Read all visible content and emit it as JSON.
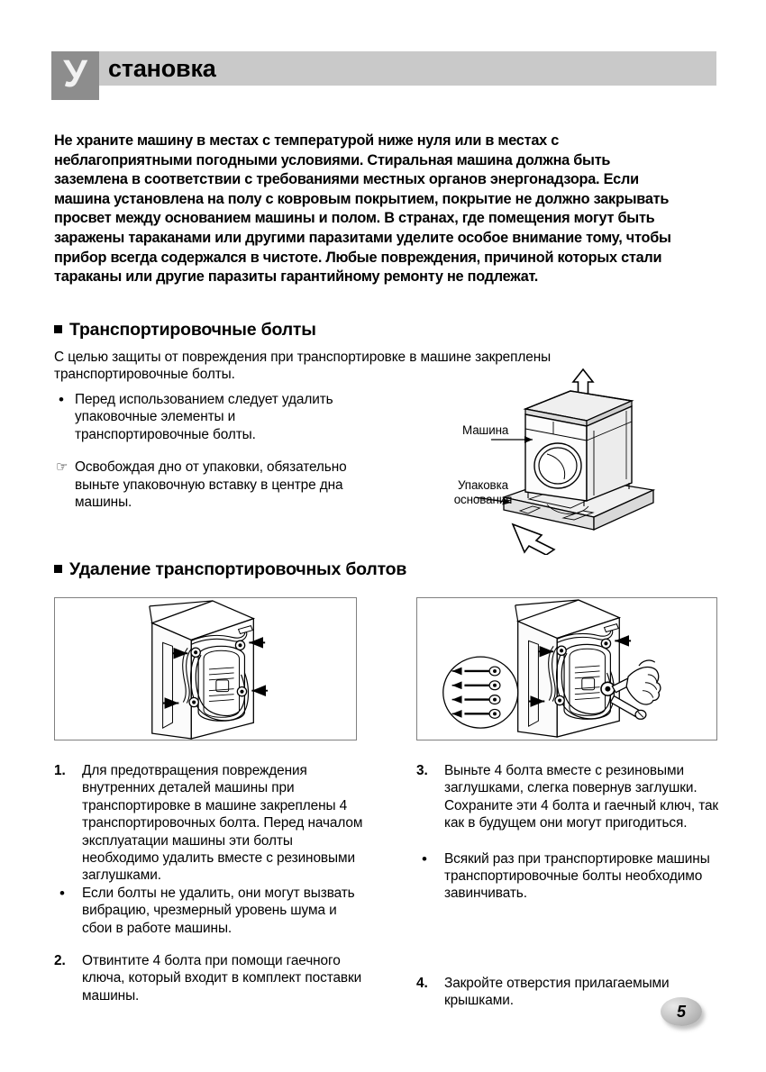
{
  "header": {
    "badge_letter": "У",
    "title": "становка"
  },
  "intro": {
    "text": "Не храните машину в местах с температурой ниже нуля или в местах с неблагоприятными погодными условиями. Стиральная машина должна быть заземлена в соответствии с требованиями местных органов энергонадзора. Если машина установлена на полу с ковровым покрытием, покрытие не должно закрывать просвет между основанием машины и полом. В странах, где помещения могут быть заражены тараканами или другими паразитами уделите особое внимание тому, чтобы прибор всегда содержался в чистоте. Любые повреждения, причиной которых стали тараканы или другие паразиты гарантийному ремонту не подлежат."
  },
  "sections": {
    "transit_bolts": {
      "heading": "Транспортировочные болты",
      "intro": "С целью защиты от повреждения при транспортировке в машине закреплены транспортировочные болты.",
      "bullets": [
        {
          "marker": "•",
          "text": "Перед использованием следует удалить упаковочные элементы и транспортировочные болты."
        },
        {
          "marker": "☞",
          "text": "Освобождая дно от упаковки, обязательно выньте упаковочную вставку в центре дна машины."
        }
      ],
      "diagram_labels": {
        "machine": "Машина",
        "base_packaging": "Упаковка\nоснования",
        "base_packaging_line1": "Упаковка",
        "base_packaging_line2": "основания"
      }
    },
    "bolt_removal": {
      "heading": "Удаление транспортировочных болтов",
      "steps_left": [
        {
          "marker": "1.",
          "type": "number",
          "text": "Для предотвращения повреждения внутренних деталей машины при транспортировке в машине закреплены 4 транспортировочных болта. Перед началом эксплуатации машины эти болты необходимо удалить вместе с резиновыми заглушками."
        },
        {
          "marker": "•",
          "type": "bullet",
          "text": "Если болты не удалить, они могут вызвать вибрацию, чрезмерный уровень шума и сбои в работе машины."
        },
        {
          "marker": "2.",
          "type": "number",
          "text": "Отвинтите 4 болта при помощи гаечного ключа, который входит в комплект поставки машины."
        }
      ],
      "steps_right": [
        {
          "marker": "3.",
          "type": "number",
          "text": "Выньте 4 болта вместе с резиновыми заглушками, слегка повернув заглушки. Сохраните эти 4 болта и гаечный ключ, так как в будущем они могут пригодиться."
        },
        {
          "marker": "•",
          "type": "bullet",
          "text": "Всякий раз при транспортировке машины транспортировочные болты необходимо завинчивать."
        },
        {
          "marker": "4.",
          "type": "number",
          "text": "Закройте отверстия прилагаемыми крышками."
        }
      ]
    }
  },
  "page_number": "5",
  "colors": {
    "header_badge_bg": "#8d8d8d",
    "header_bar_bg": "#c9c9c9",
    "box_border": "#808080",
    "text": "#000000",
    "diagram_fill": "#f2f2f2"
  }
}
